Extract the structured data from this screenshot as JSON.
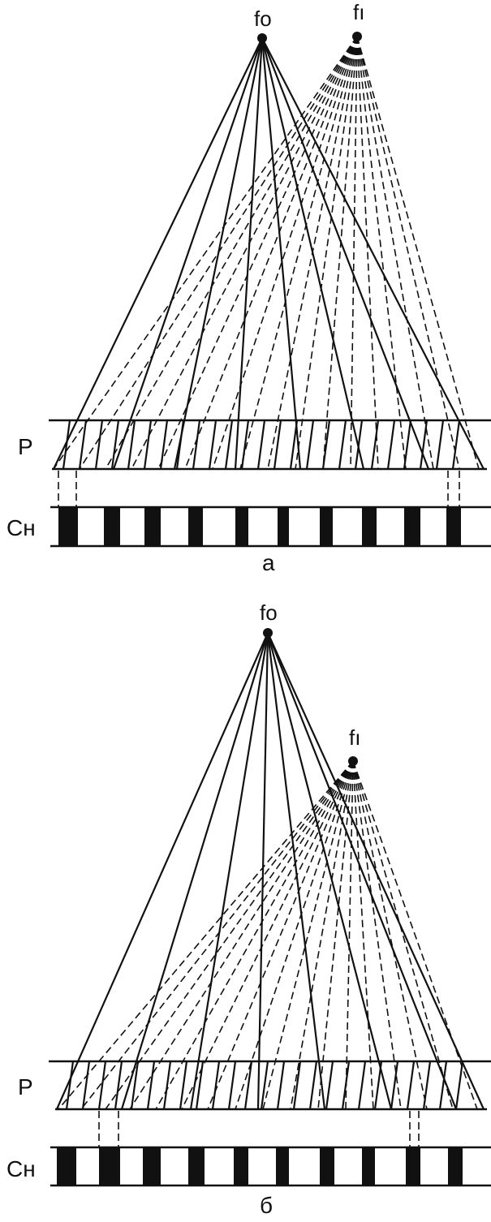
{
  "panels": [
    {
      "caption": "а",
      "focus_main": "fo",
      "focus_shift": "fı",
      "raster_label": "P",
      "sensor_label": "Сн"
    },
    {
      "caption": "б",
      "focus_main": "fo",
      "focus_shift": "fı",
      "raster_label": "P",
      "sensor_label": "Сн"
    }
  ]
}
